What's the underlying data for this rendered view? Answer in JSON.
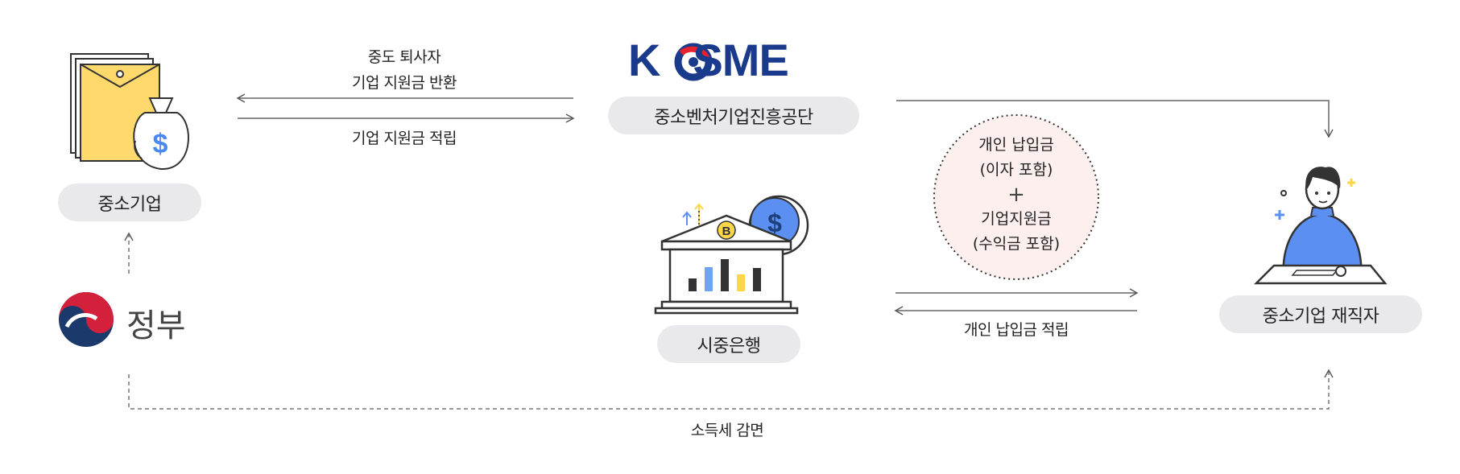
{
  "nodes": {
    "sme": "중소기업",
    "kosme_logo": "KOSME",
    "kosme": "중소벤처기업진흥공단",
    "bank": "시중은행",
    "employee": "중소기업 재직자",
    "government": "정부"
  },
  "flows": {
    "return_line1": "중도 퇴사자",
    "return_line2": "기업 지원금 반환",
    "accumulate": "기업 지원금 적립",
    "personal_accumulate": "개인 납입금 적립",
    "tax": "소득세 감면"
  },
  "circle": {
    "line1": "개인 납입금",
    "line2": "(이자 포함)",
    "plus": "+",
    "line3": "기업지원금",
    "line4": "(수익금 포함)"
  },
  "icons": {
    "sme": "envelope-moneybag-icon",
    "government": "taegeuk-emblem-icon",
    "bank": "bank-building-icon",
    "employee": "person-at-desk-icon",
    "bank_symbol": "B",
    "coin_symbol": "$"
  },
  "colors": {
    "kosme_blue": "#1a3a8c",
    "kosme_red": "#e8212e",
    "pill_bg": "#e9e9ec",
    "accent_blue": "#5b8ff2",
    "accent_yellow": "#ffd54a"
  }
}
